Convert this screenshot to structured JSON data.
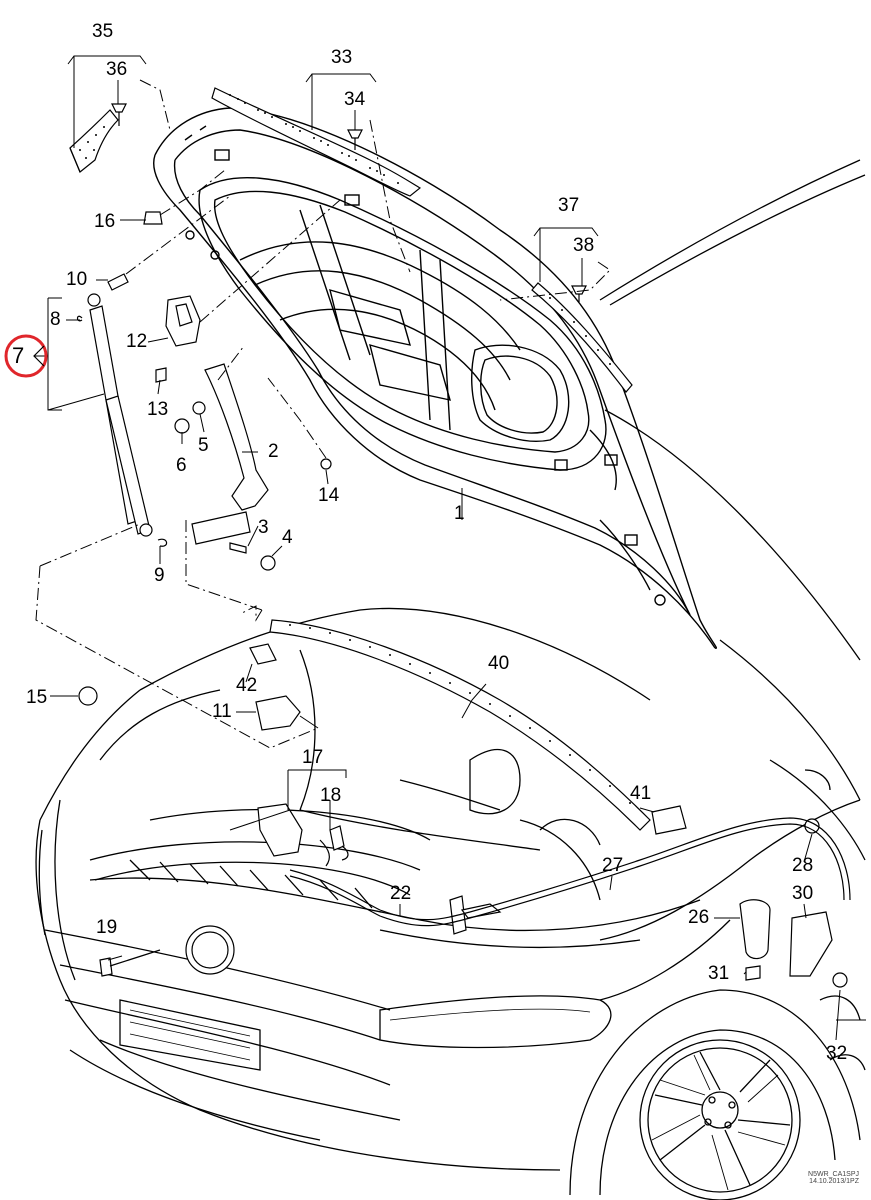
{
  "diagram": {
    "callouts": [
      {
        "id": "1",
        "text": "1"
      },
      {
        "id": "2",
        "text": "2"
      },
      {
        "id": "3",
        "text": "3"
      },
      {
        "id": "4",
        "text": "4"
      },
      {
        "id": "5",
        "text": "5"
      },
      {
        "id": "6",
        "text": "6"
      },
      {
        "id": "7",
        "text": "7",
        "highlighted": true
      },
      {
        "id": "8",
        "text": "8"
      },
      {
        "id": "9",
        "text": "9"
      },
      {
        "id": "10",
        "text": "10"
      },
      {
        "id": "11",
        "text": "11"
      },
      {
        "id": "12",
        "text": "12"
      },
      {
        "id": "13",
        "text": "13"
      },
      {
        "id": "14",
        "text": "14"
      },
      {
        "id": "15",
        "text": "15"
      },
      {
        "id": "16",
        "text": "16"
      },
      {
        "id": "17",
        "text": "17"
      },
      {
        "id": "18",
        "text": "18"
      },
      {
        "id": "19",
        "text": "19"
      },
      {
        "id": "22",
        "text": "22"
      },
      {
        "id": "26",
        "text": "26"
      },
      {
        "id": "27",
        "text": "27"
      },
      {
        "id": "28",
        "text": "28"
      },
      {
        "id": "30",
        "text": "30"
      },
      {
        "id": "31",
        "text": "31"
      },
      {
        "id": "32",
        "text": "32"
      },
      {
        "id": "33",
        "text": "33"
      },
      {
        "id": "34",
        "text": "34"
      },
      {
        "id": "35",
        "text": "35"
      },
      {
        "id": "36",
        "text": "36"
      },
      {
        "id": "37",
        "text": "37"
      },
      {
        "id": "38",
        "text": "38"
      },
      {
        "id": "40",
        "text": "40"
      },
      {
        "id": "41",
        "text": "41"
      },
      {
        "id": "42",
        "text": "42"
      }
    ],
    "drawing_ref_line1": "N5WR_CA1SPJ",
    "drawing_ref_line2": "14.10.2013/1PZ",
    "colors": {
      "line": "#000000",
      "highlight_circle": "#e0262b",
      "background": "#ffffff"
    }
  }
}
